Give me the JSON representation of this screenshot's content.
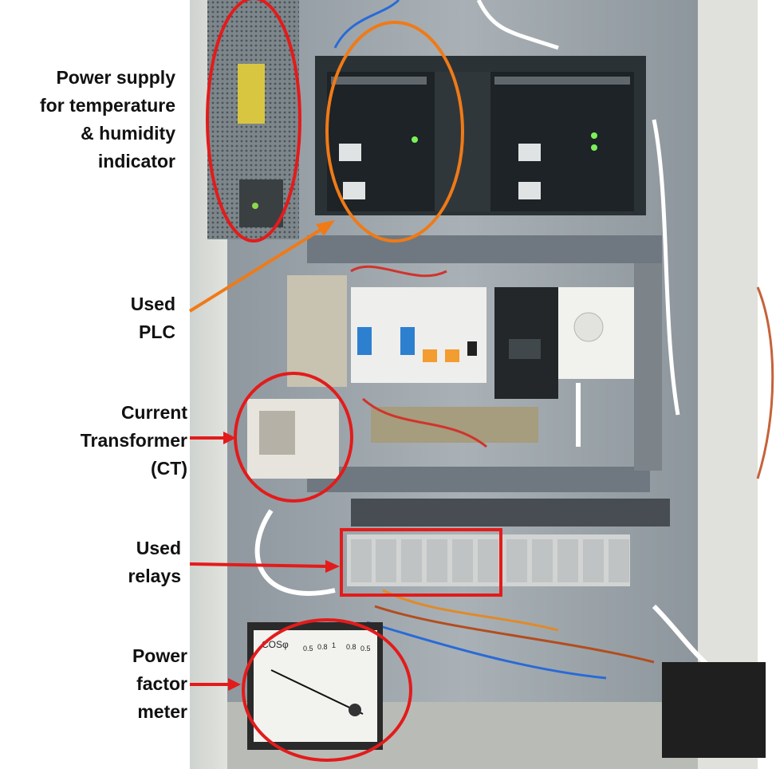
{
  "labels": {
    "power_supply": [
      "Power supply",
      "for temperature",
      "& humidity",
      "indicator"
    ],
    "plc": [
      "Used",
      "PLC"
    ],
    "ct": [
      "Current",
      "Transformer",
      "(CT)"
    ],
    "relays": [
      "Used",
      "relays"
    ],
    "pf_meter": [
      "Power",
      "factor",
      "meter"
    ]
  },
  "meter_face": {
    "text": "COSφ",
    "scale": [
      "0.5",
      "0.8",
      "1",
      "0.8",
      "0.5"
    ]
  },
  "colors": {
    "annotation_red": "#e31b1b",
    "annotation_orange": "#f07a17",
    "cabinet_backplate": "#9aa3aa",
    "din_rail": "#6f7880"
  },
  "icons": [
    "arrow-icon"
  ]
}
